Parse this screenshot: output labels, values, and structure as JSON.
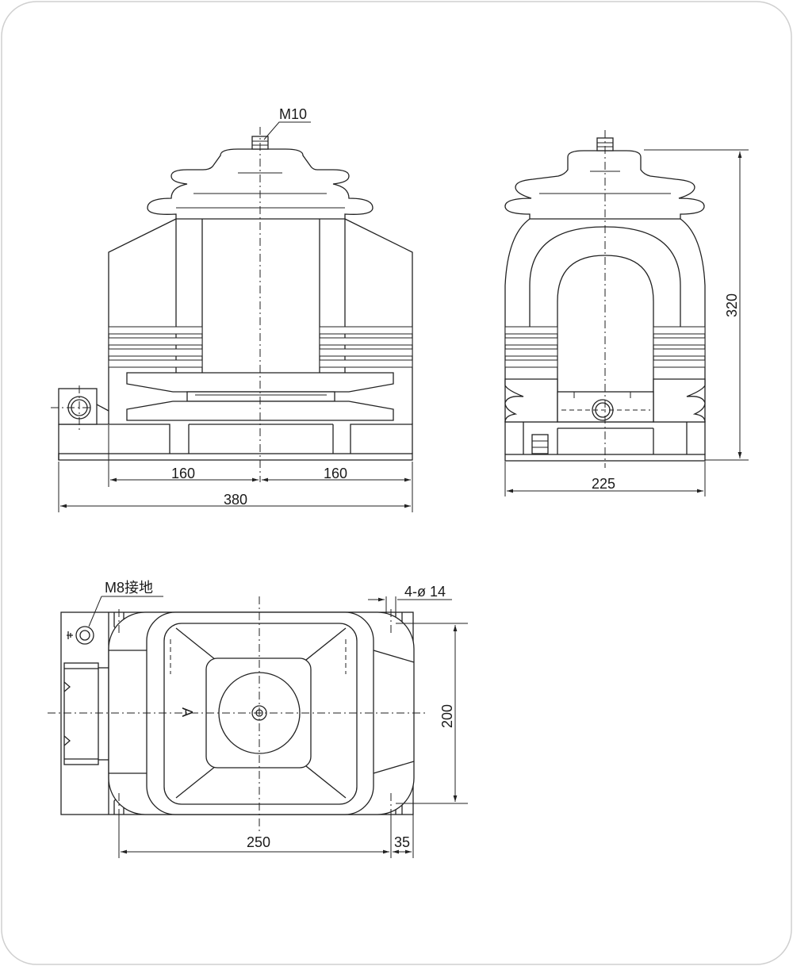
{
  "front_view": {
    "thread_label": "M10",
    "dim_left_half": "160",
    "dim_right_half": "160",
    "dim_total_width": "380"
  },
  "side_view": {
    "dim_height": "320",
    "dim_width": "225"
  },
  "top_view": {
    "ground_label": "M8接地",
    "holes_label": "4-ø 14",
    "dim_depth": "200",
    "dim_hole_spacing": "250",
    "dim_edge_offset": "35",
    "polarity_mark": "A"
  }
}
